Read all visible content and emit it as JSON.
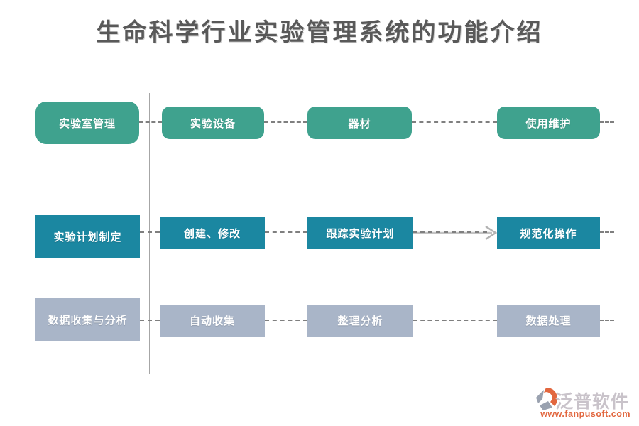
{
  "title": "生命科学行业实验管理系统的功能介绍",
  "colors": {
    "row1_teal": "#3fa28e",
    "row2_dark_teal": "#1b87a1",
    "row3_gray_blue": "#a9b5c8",
    "divider_gray": "#a6a6a6",
    "dash_gray": "#7f7f7f",
    "title_gray": "#595959",
    "brand_text": "#c9c3ca",
    "brand_orange": "#e2673f"
  },
  "rows": [
    {
      "name": "实验室管理行",
      "items": [
        "实验室管理",
        "实验设备",
        "器材",
        "使用维护"
      ]
    },
    {
      "name": "实验计划制定行",
      "items": [
        "实验计划制定",
        "创建、修改",
        "跟踪实验计划",
        "规范化操作"
      ]
    },
    {
      "name": "数据收集与分析行",
      "items": [
        "数据收集与分析",
        "自动收集",
        "整理分析",
        "数据处理"
      ]
    }
  ],
  "footer": {
    "brand": "泛普软件",
    "url": "www.fanpusoft.com"
  }
}
